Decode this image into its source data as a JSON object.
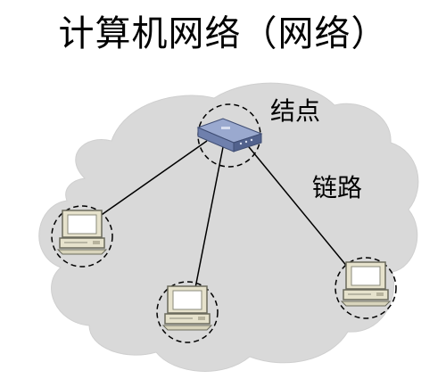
{
  "title": "计算机网络（网络）",
  "labels": {
    "node": "结点",
    "link": "链路"
  },
  "colors": {
    "cloud_fill": "#d9d9d9",
    "line": "#000000",
    "dashed_circle": "#000000",
    "router_blue": "#7e8fb8",
    "computer_beige": "#e6e2cc"
  },
  "elements": {
    "router": "router-icon",
    "computers": [
      "computer-icon",
      "computer-icon",
      "computer-icon"
    ]
  }
}
